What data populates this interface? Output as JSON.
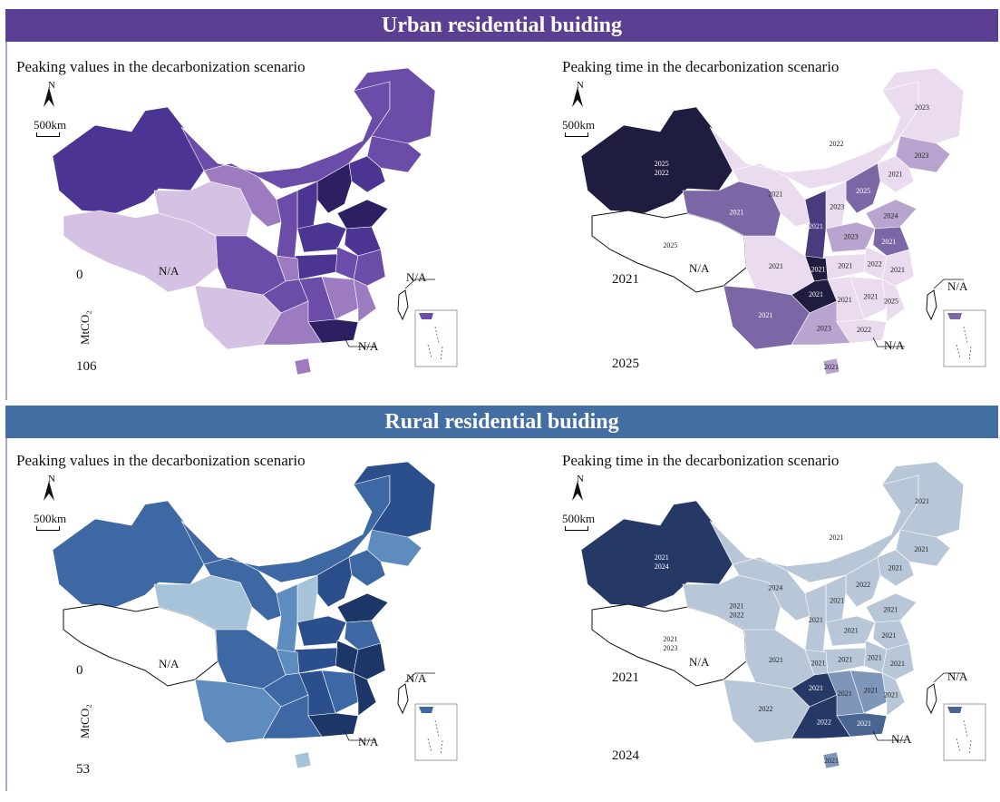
{
  "sections": [
    {
      "title": "Urban residential buiding",
      "color": "#5b3f92",
      "values_panel": {
        "title": "Peaking values in the decarbonization scenario",
        "legend_min": "0",
        "legend_max": "106",
        "legend_unit": "MtCO₂",
        "palette": [
          "#d5c1e3",
          "#9d7bc0",
          "#6b4ca8",
          "#4b3492",
          "#2d1f62"
        ]
      },
      "time_panel": {
        "title": "Peaking time in the decarbonization scenario",
        "legend_min": "2021",
        "legend_max": "2025",
        "palette": [
          "#eadcee",
          "#b9a4cf",
          "#7b66a6",
          "#4a3a7e",
          "#1e1d3f"
        ],
        "year_labels": [
          "2025",
          "2025",
          "2021",
          "2021",
          "2022",
          "2023",
          "2023",
          "2021",
          "2025",
          "2024",
          "2023",
          "2021",
          "2023",
          "2021",
          "2022",
          "2021",
          "2021",
          "2021",
          "2021",
          "2021",
          "2021",
          "2025",
          "2021",
          "2021",
          "2023",
          "2022",
          "2021",
          "2022"
        ]
      }
    },
    {
      "title": "Rural residential buiding",
      "color": "#436ea4",
      "values_panel": {
        "title": "Peaking values in the decarbonization scenario",
        "legend_min": "0",
        "legend_max": "53",
        "legend_unit": "MtCO₂",
        "palette": [
          "#a7c3d9",
          "#5e8cbf",
          "#3d68a3",
          "#2a4f8c",
          "#1c3668"
        ]
      },
      "time_panel": {
        "title": "Peaking time in the decarbonization scenario",
        "legend_min": "2021",
        "legend_max": "2024",
        "palette": [
          "#b8c7d8",
          "#7d96ba",
          "#4b6592",
          "#263866"
        ],
        "year_labels": [
          "2021",
          "2021",
          "2021",
          "2024",
          "2021",
          "2021",
          "2021",
          "2021",
          "2022",
          "2021",
          "2021",
          "2021",
          "2021",
          "2021",
          "2021",
          "2021",
          "2021",
          "2021",
          "2021",
          "2021",
          "2021",
          "2021",
          "2021",
          "2022",
          "2022",
          "2021",
          "2021",
          "2024",
          "2023",
          "2022"
        ]
      }
    }
  ],
  "map_labels": {
    "north": "N",
    "scale": "500km",
    "na": "N/A"
  }
}
